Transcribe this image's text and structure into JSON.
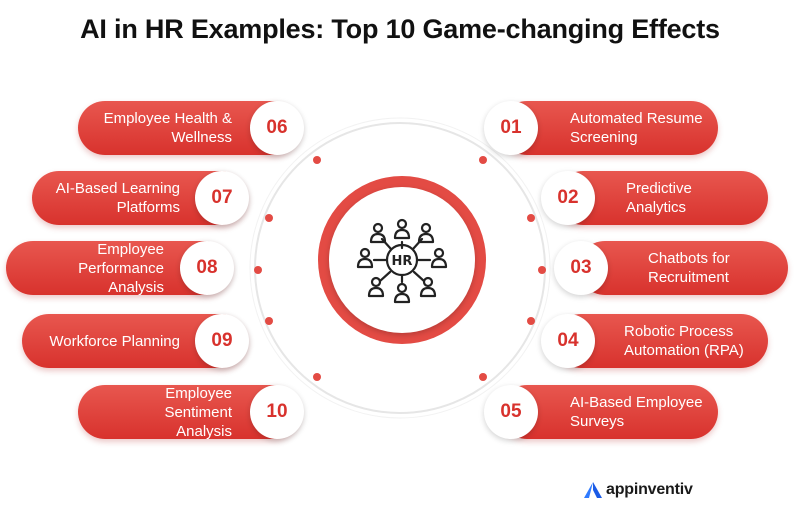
{
  "title": "AI in HR Examples: Top 10 Game-changing Effects",
  "colors": {
    "accent": "#d8322d",
    "ring": "#e8e8e8"
  },
  "center_icon": "hr-team-network-icon",
  "items": [
    {
      "num": "01",
      "label": "Automated Resume\nScreening"
    },
    {
      "num": "02",
      "label": "Predictive Analytics"
    },
    {
      "num": "03",
      "label": "Chatbots for\nRecruitment"
    },
    {
      "num": "04",
      "label": "Robotic Process\nAutomation (RPA)"
    },
    {
      "num": "05",
      "label": "AI-Based Employee\nSurveys"
    },
    {
      "num": "06",
      "label": "Employee Health &\nWellness"
    },
    {
      "num": "07",
      "label": "AI-Based Learning\nPlatforms"
    },
    {
      "num": "08",
      "label": "Employee\nPerformance Analysis"
    },
    {
      "num": "09",
      "label": "Workforce Planning"
    },
    {
      "num": "10",
      "label": "Employee Sentiment\nAnalysis"
    }
  ],
  "brand": {
    "name": "appinventiv",
    "icon": "appinventiv-logo-icon"
  }
}
